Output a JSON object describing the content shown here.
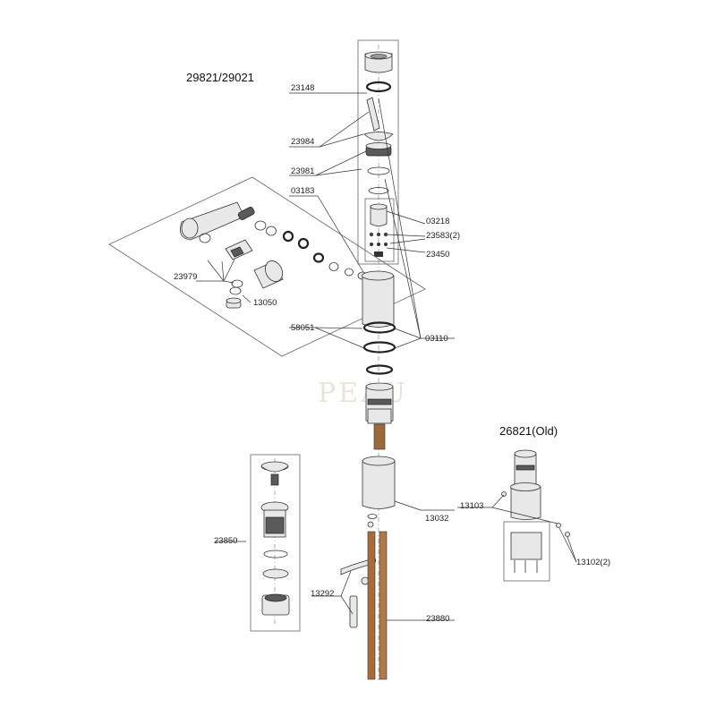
{
  "title": "29821/29021",
  "labels": {
    "p23148": "23148",
    "p23984": "23984",
    "p23981": "23981",
    "p03183": "03183",
    "p03218": "03218",
    "p23583": "23583",
    "p23583_qty": "(2)",
    "p23450": "23450",
    "p23979": "23979",
    "p13050": "13050",
    "p58051": "58051",
    "p03110": "03110",
    "p13032": "13032",
    "p23850": "23850",
    "p13292": "13292",
    "p23880": "23880",
    "p13103": "13103",
    "p13102": "13102",
    "p13102_qty": "(2)"
  },
  "side_assembly": {
    "label": "26821",
    "suffix": "(Old)"
  },
  "watermark": {
    "text": "PEAU"
  }
}
